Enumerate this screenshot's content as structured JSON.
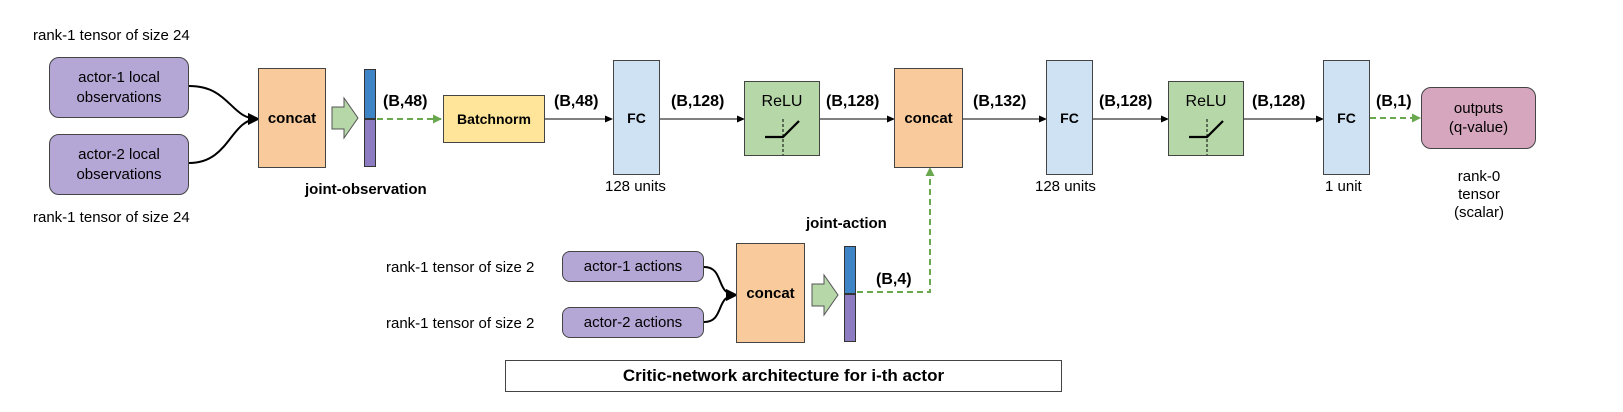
{
  "title": "Critic-network architecture for i-th actor",
  "inputs": {
    "obs1": {
      "text": "actor-1 local observations",
      "line1": "actor-1 local",
      "line2": "observations"
    },
    "obs2": {
      "text": "actor-2 local observations",
      "line1": "actor-2 local",
      "line2": "observations"
    },
    "act1": "actor-1 actions",
    "act2": "actor-2 actions"
  },
  "tensor_labels": {
    "obs1": "rank-1 tensor of size 24",
    "obs2": "rank-1 tensor of size 24",
    "act1": "rank-1 tensor of size 2",
    "act2": "rank-1 tensor of size 2"
  },
  "nodes": {
    "concat_obs": "concat",
    "batchnorm": "Batchnorm",
    "fc1": "FC",
    "relu1": "ReLU",
    "concat_main": "concat",
    "fc2": "FC",
    "relu2": "ReLU",
    "fc3": "FC",
    "concat_act": "concat",
    "output": {
      "line1": "outputs",
      "line2": "(q-value)"
    }
  },
  "captions": {
    "joint_observation": "joint-observation",
    "joint_action": "joint-action",
    "fc1_units": "128 units",
    "fc2_units": "128 units",
    "fc3_units": "1 unit",
    "output_rank": {
      "line1": "rank-0",
      "line2": "tensor",
      "line3": "(scalar)"
    }
  },
  "shapes": {
    "joint_obs": "(B,48)",
    "after_bn": "(B,48)",
    "after_fc1": "(B,128)",
    "after_relu1": "(B,128)",
    "after_concat": "(B,132)",
    "after_fc2": "(B,128)",
    "after_relu2": "(B,128)",
    "after_fc3": "(B,1)",
    "joint_action": "(B,4)"
  },
  "colors": {
    "input": "#b4a7d6",
    "concat": "#f9cb9c",
    "fc": "#cfe2f3",
    "batchnorm": "#ffe599",
    "relu": "#b6d7a8",
    "output": "#d5a6bd",
    "dashed_arrow": "#6aa84f",
    "vector_top": "#3d85c6",
    "vector_bottom": "#8e7cc3"
  }
}
